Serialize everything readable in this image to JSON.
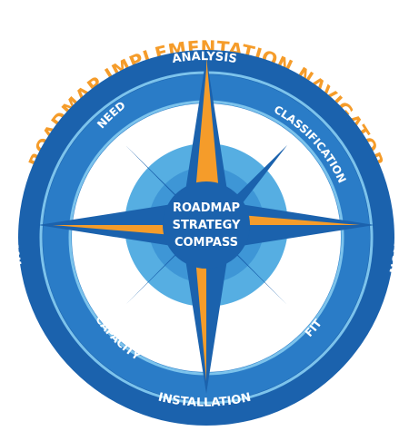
{
  "title": "ROADMAP IMPLEMENTATION NAVIGATOR",
  "center": {
    "line1": "ROADMAP",
    "line2": "STRATEGY",
    "line3": "COMPASS"
  },
  "outer_ring": {
    "top": "ANALYSIS",
    "right": "EXPLORATION",
    "bottom": "INSTALLATION",
    "left": "INVENTORY"
  },
  "inner_ring": {
    "upper_left": "NEED",
    "upper_right": "CLASSIFICATION",
    "lower_left": "CAPACITY",
    "lower_right": "FIT"
  },
  "colors": {
    "navy": "#1b62ad",
    "blue": "#2a7cc7",
    "light_blue": "#56aee2",
    "pale_blue": "#7cc3ec",
    "orange": "#f59c2a",
    "white": "#ffffff"
  }
}
